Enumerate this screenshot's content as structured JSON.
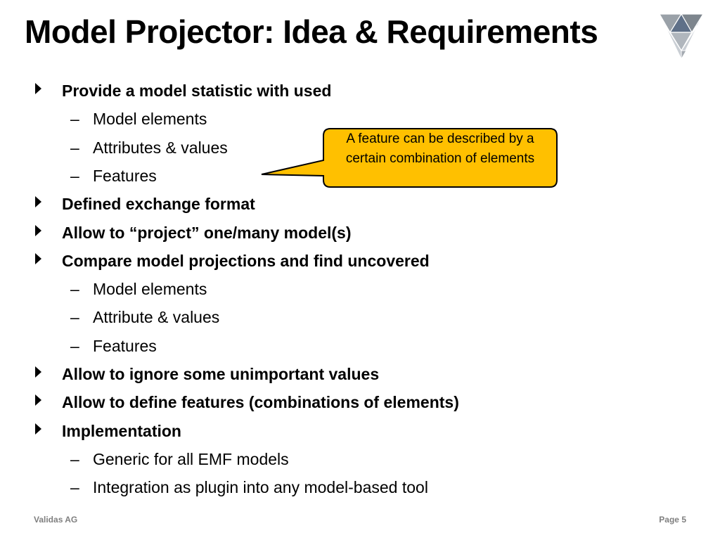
{
  "slide": {
    "title": "Model Projector: Idea & Requirements",
    "bullets": [
      {
        "level": 1,
        "text": "Provide a model statistic with used"
      },
      {
        "level": 2,
        "text": "Model elements"
      },
      {
        "level": 2,
        "text": "Attributes & values"
      },
      {
        "level": 2,
        "text": "Features"
      },
      {
        "level": 1,
        "text": "Defined exchange format"
      },
      {
        "level": 1,
        "text": "Allow to “project” one/many model(s)"
      },
      {
        "level": 1,
        "text": "Compare model projections and find uncovered"
      },
      {
        "level": 2,
        "text": "Model elements"
      },
      {
        "level": 2,
        "text": "Attribute & values"
      },
      {
        "level": 2,
        "text": "Features"
      },
      {
        "level": 1,
        "text": "Allow to ignore some unimportant values"
      },
      {
        "level": 1,
        "text": "Allow to define features (combinations of elements)"
      },
      {
        "level": 1,
        "text": "Implementation"
      },
      {
        "level": 2,
        "text": "Generic for all EMF models"
      },
      {
        "level": 2,
        "text": "Integration as plugin into any model-based tool"
      }
    ],
    "dash_marker": "–",
    "callout": {
      "text": "A feature can be described by a certain combination of elements",
      "fill_color": "#ffc000",
      "border_color": "#000000"
    }
  },
  "footer": {
    "company": "Validas AG",
    "page": "Page 5"
  },
  "logo": {
    "icon": "validas-triangle-logo-icon",
    "colors": [
      "#8a8f96",
      "#c7ccd2",
      "#5a6a80"
    ]
  }
}
